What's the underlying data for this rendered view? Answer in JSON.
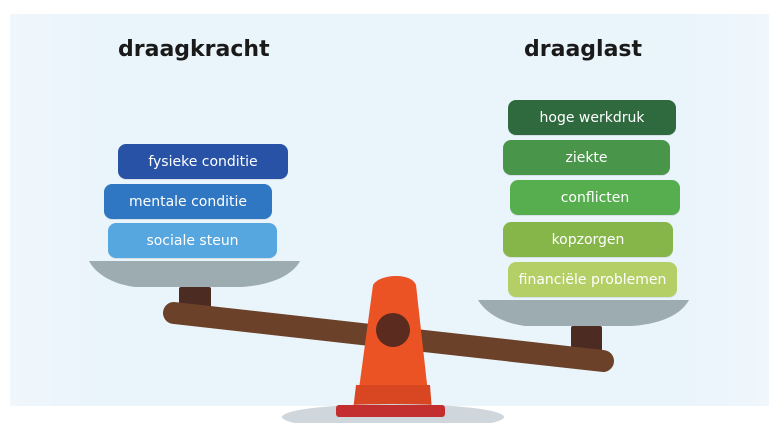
{
  "headings": {
    "left": "draagkracht",
    "right": "draaglast"
  },
  "left_stack": [
    {
      "label": "fysieke conditie",
      "color": "#2852a5"
    },
    {
      "label": "mentale conditie",
      "color": "#2f77c2"
    },
    {
      "label": "sociale steun",
      "color": "#56a6df"
    }
  ],
  "right_stack": [
    {
      "label": "hoge werkdruk",
      "color": "#2f6a3f"
    },
    {
      "label": "ziekte",
      "color": "#49954a"
    },
    {
      "label": "conflicten",
      "color": "#57ae4f"
    },
    {
      "label": "kopzorgen",
      "color": "#86b64a"
    },
    {
      "label": "financiële problemen",
      "color": "#b5cf67"
    }
  ],
  "colors": {
    "background": "#eaf4fb",
    "beam": "#6b4129",
    "support": "#eb5325",
    "pivot": "#5c2b20",
    "pans": "#9dacb1",
    "base": "#c32f2f"
  }
}
